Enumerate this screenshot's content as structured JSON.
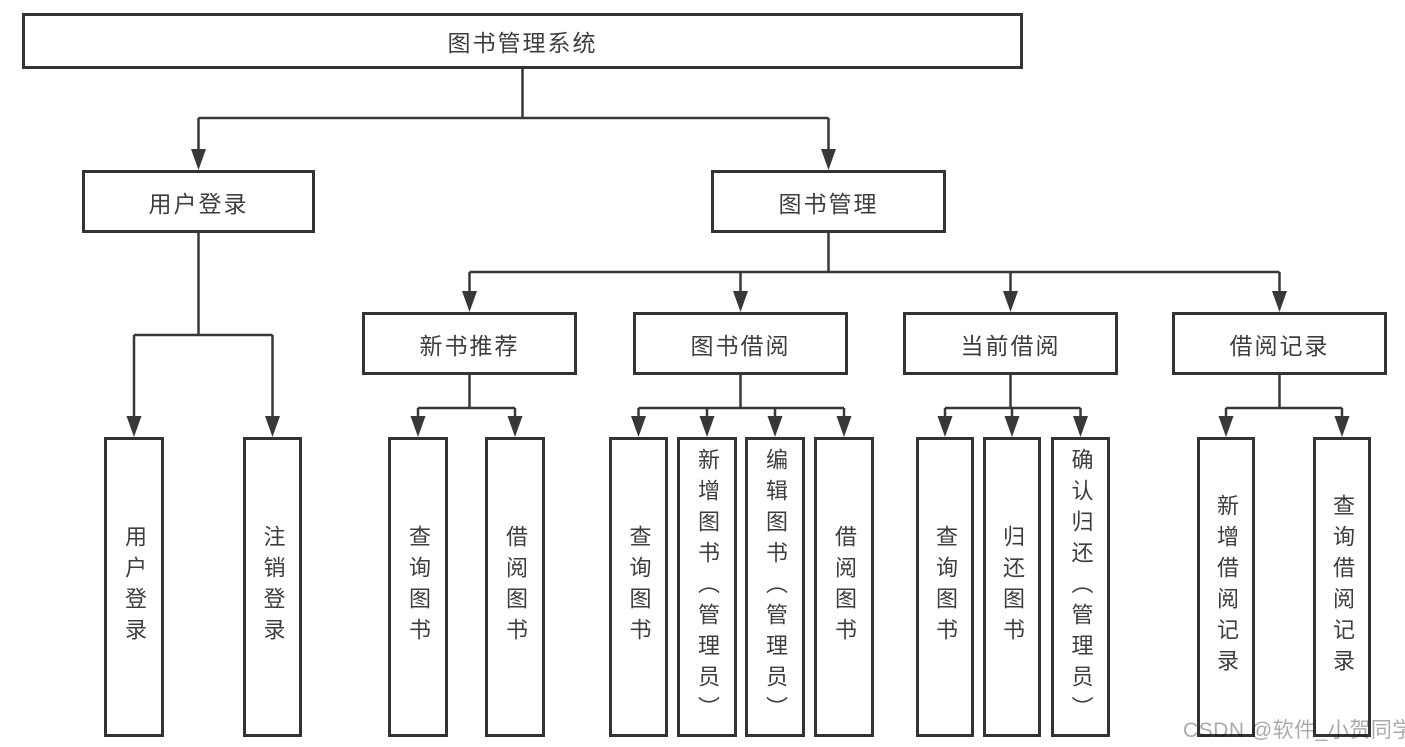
{
  "diagram_title": "图书管理系统",
  "colors": {
    "box_border": "#333333",
    "line": "#383838",
    "text": "#3e3e3e",
    "watermark": "#ababab",
    "background": "#ffffff"
  },
  "nodes": {
    "root": {
      "label": "图书管理系统"
    },
    "level2": [
      {
        "label": "用户登录"
      },
      {
        "label": "图书管理"
      }
    ],
    "level3": [
      {
        "label": "新书推荐",
        "parent": "图书管理"
      },
      {
        "label": "图书借阅",
        "parent": "图书管理"
      },
      {
        "label": "当前借阅",
        "parent": "图书管理"
      },
      {
        "label": "借阅记录",
        "parent": "图书管理"
      }
    ],
    "leaves": [
      {
        "label": "用户登录",
        "parent": "用户登录"
      },
      {
        "label": "注销登录",
        "parent": "用户登录"
      },
      {
        "label": "查询图书",
        "parent": "新书推荐"
      },
      {
        "label": "借阅图书",
        "parent": "新书推荐"
      },
      {
        "label": "查询图书",
        "parent": "图书借阅"
      },
      {
        "label": "新增图书（管理员）",
        "parent": "图书借阅"
      },
      {
        "label": "编辑图书（管理员）",
        "parent": "图书借阅"
      },
      {
        "label": "借阅图书",
        "parent": "图书借阅"
      },
      {
        "label": "查询图书",
        "parent": "当前借阅"
      },
      {
        "label": "归还图书",
        "parent": "当前借阅"
      },
      {
        "label": "确认归还（管理员）",
        "parent": "当前借阅"
      },
      {
        "label": "新增借阅记录",
        "parent": "借阅记录"
      },
      {
        "label": "查询借阅记录",
        "parent": "借阅记录"
      }
    ]
  },
  "watermark": {
    "text": "CSDN @软件_小贺同学"
  }
}
